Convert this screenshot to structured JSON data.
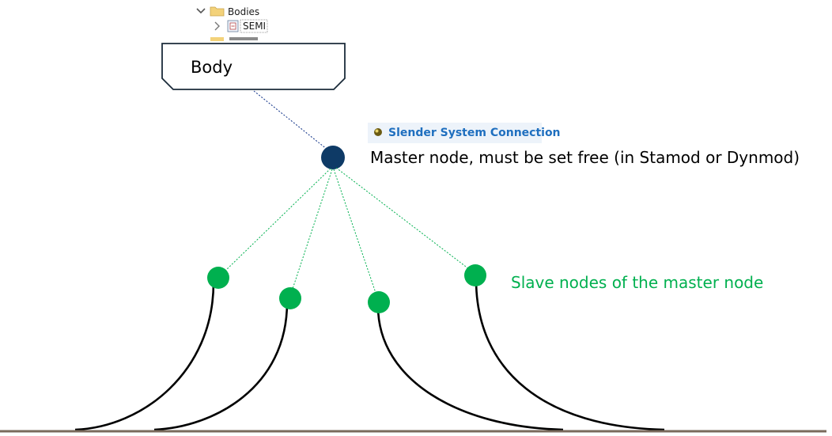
{
  "tree": {
    "bodies_label": "Bodies",
    "semi_label": "SEMI"
  },
  "body_box": {
    "label": "Body"
  },
  "connection": {
    "label": "Slender System Connection"
  },
  "master_node": {
    "label": "Master node, must be set free (in Stamod or Dynmod)"
  },
  "slave_nodes": {
    "label": "Slave nodes of the master node",
    "count": 4
  },
  "colors": {
    "master_node": "#0e3a66",
    "slave_node": "#00b04f",
    "slave_text": "#00b04f",
    "connection_text": "#1f6fbf",
    "body_link": "#1f3f8f",
    "slave_link": "#00b04f",
    "seabed": "#7a6a5c",
    "line": "#000000"
  }
}
